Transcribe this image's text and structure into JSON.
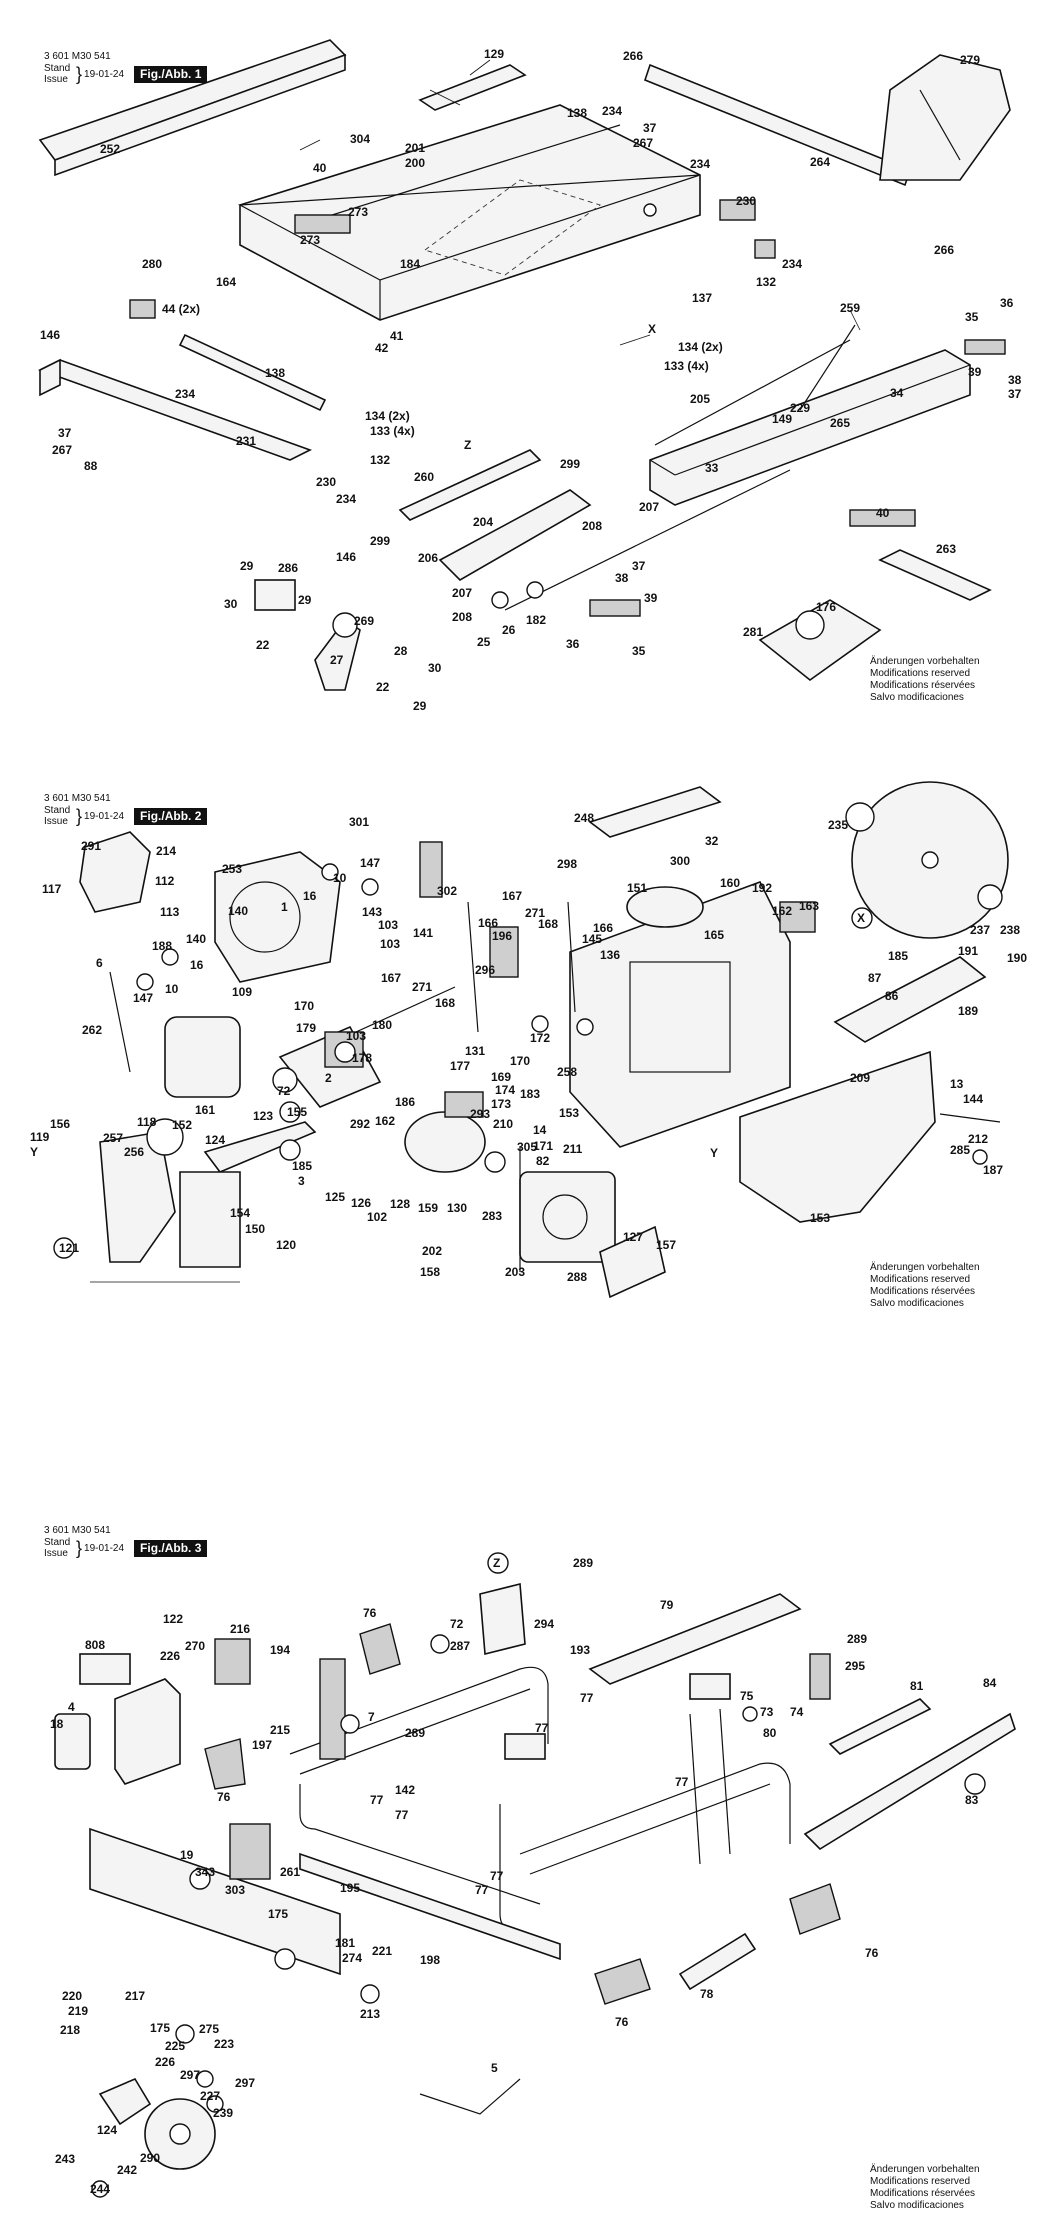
{
  "header": {
    "doc_number": "3 601 M30 541",
    "stand": "Stand",
    "issue": "Issue",
    "date": "19-01-24"
  },
  "figures": [
    {
      "label": "Fig./Abb. 1"
    },
    {
      "label": "Fig./Abb. 2"
    },
    {
      "label": "Fig./Abb. 3"
    }
  ],
  "notice": [
    "Änderungen vorbehalten",
    "Modifications reserved",
    "Modifications réservées",
    "Salvo modificaciones"
  ],
  "labels_fig1": [
    "129",
    "266",
    "279",
    "304",
    "201",
    "200",
    "234",
    "138",
    "37",
    "267",
    "252",
    "40",
    "264",
    "273",
    "273",
    "234",
    "230",
    "280",
    "164",
    "184",
    "132",
    "234",
    "266",
    "44 (2x)",
    "137",
    "259",
    "X",
    "134 (2x)",
    "133 (4x)",
    "41",
    "42",
    "36",
    "35",
    "146",
    "234",
    "138",
    "39",
    "38",
    "37",
    "205",
    "34",
    "229",
    "149",
    "265",
    "37",
    "267",
    "134 (2x)",
    "133 (4x)",
    "Z",
    "231",
    "88",
    "132",
    "230",
    "234",
    "260",
    "299",
    "33",
    "207",
    "208",
    "40",
    "263",
    "146",
    "299",
    "206",
    "204",
    "286",
    "29",
    "30",
    "29",
    "207",
    "208",
    "25",
    "26",
    "182",
    "38",
    "37",
    "39",
    "36",
    "35",
    "176",
    "281",
    "269",
    "27",
    "28",
    "22",
    "22",
    "30",
    "29"
  ],
  "labels_fig2": [
    "301",
    "248",
    "235",
    "291",
    "214",
    "112",
    "117",
    "253",
    "298",
    "300",
    "32",
    "151",
    "160",
    "192",
    "147",
    "10",
    "16",
    "302",
    "167",
    "271",
    "168",
    "113",
    "140",
    "188",
    "140",
    "1",
    "143",
    "103",
    "103",
    "141",
    "166",
    "196",
    "166",
    "145",
    "136",
    "165",
    "162",
    "163",
    "X",
    "237",
    "238",
    "191",
    "190",
    "6",
    "147",
    "10",
    "16",
    "109",
    "167",
    "271",
    "296",
    "168",
    "185",
    "87",
    "86",
    "189",
    "262",
    "170",
    "179",
    "180",
    "103",
    "172",
    "131",
    "177",
    "170",
    "169",
    "174",
    "173",
    "258",
    "183",
    "153",
    "2",
    "178",
    "161",
    "162",
    "186",
    "210",
    "209",
    "13",
    "144",
    "72",
    "123",
    "156",
    "118",
    "152",
    "257",
    "256",
    "119",
    "Y",
    "124",
    "155",
    "185",
    "3",
    "293",
    "292",
    "14",
    "171",
    "305",
    "82",
    "159",
    "130",
    "283",
    "211",
    "212",
    "285",
    "187",
    "Y",
    "153",
    "121",
    "154",
    "150",
    "120",
    "125",
    "126",
    "102",
    "128",
    "127",
    "202",
    "158",
    "157",
    "203",
    "288"
  ],
  "labels_fig3": [
    "Z",
    "289",
    "122",
    "76",
    "72",
    "294",
    "79",
    "289",
    "808",
    "216",
    "226",
    "270",
    "194",
    "287",
    "193",
    "295",
    "77",
    "18",
    "4",
    "215",
    "197",
    "7",
    "289",
    "75",
    "73",
    "74",
    "81",
    "84",
    "77",
    "80",
    "76",
    "142",
    "77",
    "77",
    "77",
    "83",
    "19",
    "343",
    "261",
    "303",
    "175",
    "195",
    "77",
    "77",
    "181",
    "221",
    "274",
    "198",
    "78",
    "76",
    "220",
    "219",
    "217",
    "218",
    "175",
    "225",
    "226",
    "275",
    "223",
    "213",
    "5",
    "76",
    "297",
    "297",
    "227",
    "239",
    "124",
    "243",
    "290",
    "242",
    "244"
  ]
}
